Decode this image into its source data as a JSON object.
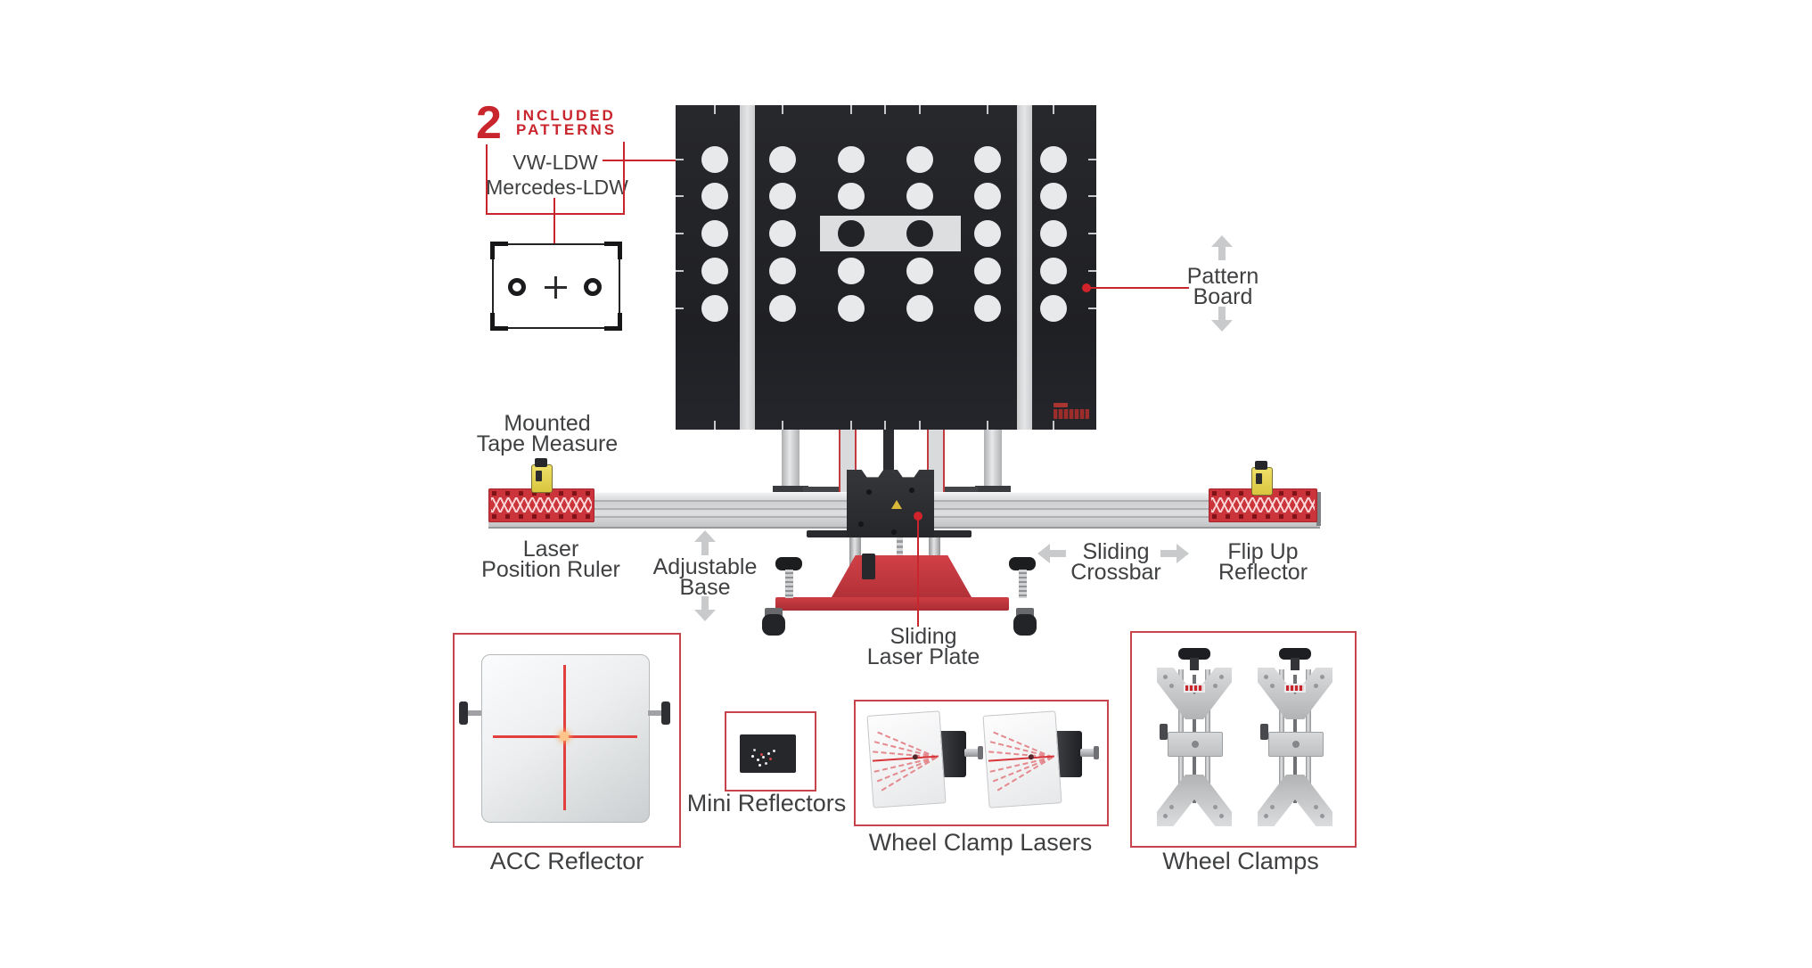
{
  "callout": {
    "count": "2",
    "included": "INCLUDED",
    "patterns": "PATTERNS",
    "pattern_names": [
      "VW-LDW",
      "Mercedes-LDW"
    ]
  },
  "part_labels": {
    "pattern_board": {
      "line1": "Pattern",
      "line2": "Board"
    },
    "mounted_tape_measure": {
      "line1": "Mounted",
      "line2": "Tape Measure"
    },
    "laser_position_ruler": {
      "line1": "Laser",
      "line2": "Position Ruler"
    },
    "adjustable_base": {
      "line1": "Adjustable",
      "line2": "Base"
    },
    "sliding_crossbar": {
      "line1": "Sliding",
      "line2": "Crossbar"
    },
    "flip_up_reflector": {
      "line1": "Flip Up",
      "line2": "Reflector"
    },
    "sliding_laser_plate": {
      "line1": "Sliding",
      "line2": "Laser Plate"
    }
  },
  "included_items": {
    "acc_reflector": "ACC Reflector",
    "mini_reflectors": "Mini Reflectors",
    "wheel_clamp_lasers": "Wheel Clamp Lasers",
    "wheel_clamps": "Wheel Clamps"
  },
  "colors": {
    "accent_red": "#c9252d",
    "outline_box_red": "#c8444c",
    "label_gray": "#3f4042",
    "arrow_gray": "#c9cacc",
    "board_black": "#232428",
    "board_dot_light": "#e7e9eb",
    "equipment_red": "#c23b3f"
  }
}
